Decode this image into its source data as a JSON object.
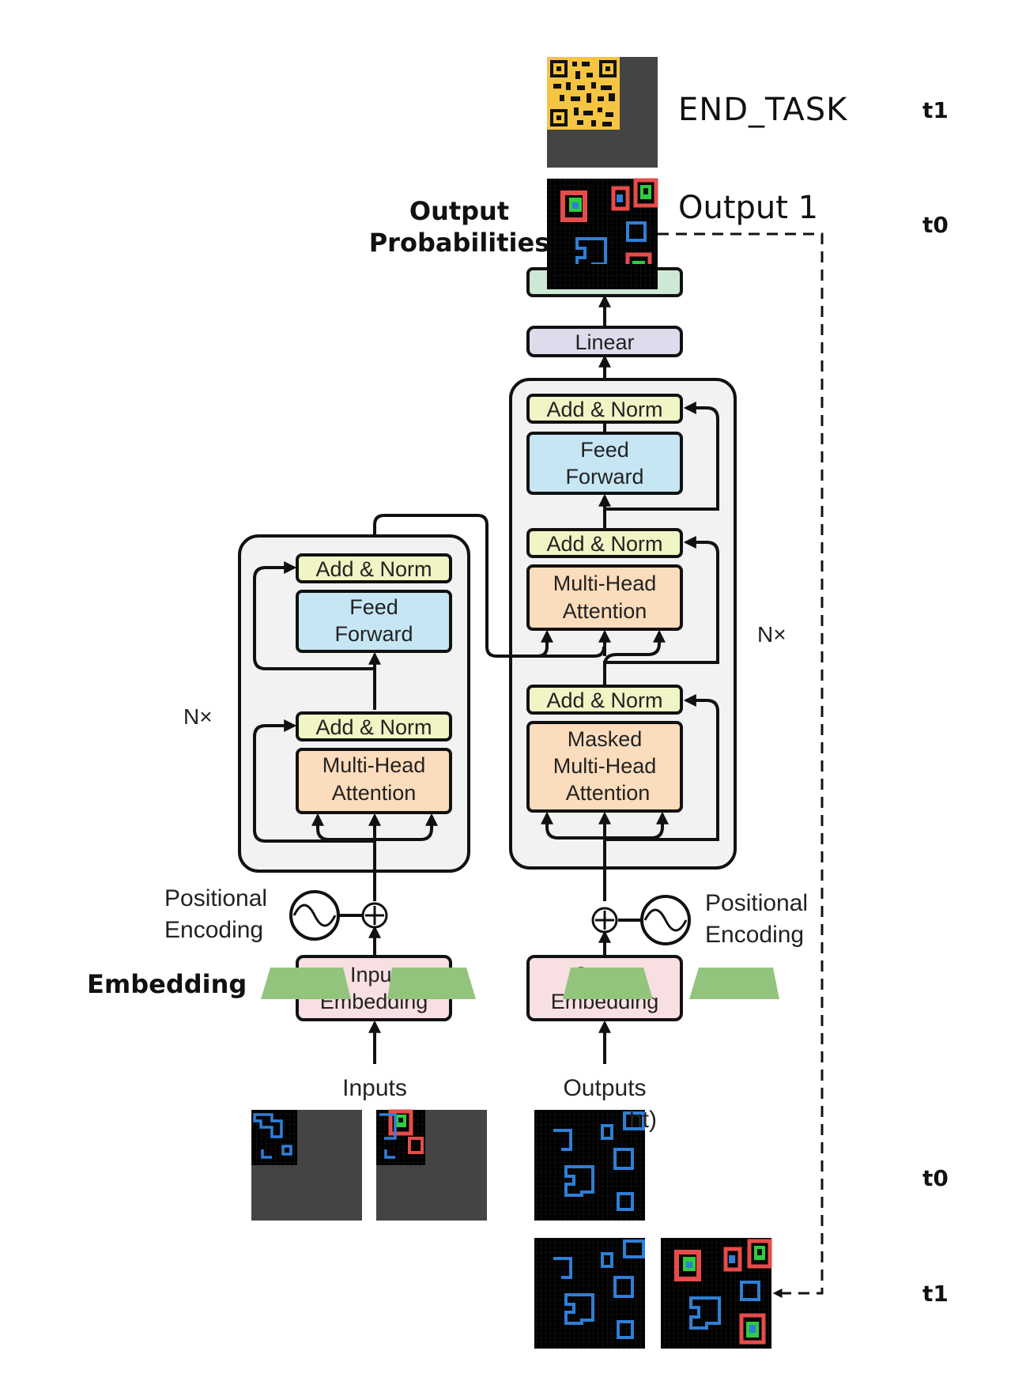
{
  "labels": {
    "end_task": "END_TASK",
    "output_1": "Output 1",
    "output_probabilities_line1": "Output",
    "output_probabilities_line2": "Probabilities",
    "t1_top": "t1",
    "t0_top": "t0",
    "t0_bottom": "t0",
    "t1_bottom": "t1",
    "linear": "Linear",
    "add_norm": "Add & Norm",
    "feed": "Feed",
    "forward": "Forward",
    "multi_head": "Multi-Head",
    "attention": "Attention",
    "masked": "Masked",
    "nx_left": "N×",
    "nx_right": "N×",
    "positional": "Positional",
    "encoding": "Encoding",
    "embedding": "Embedding",
    "input_emb_line1": "Input",
    "input_emb_line2": "Embedding",
    "output_emb_line1": "Output",
    "output_emb_line2": "Embedding",
    "inputs": "Inputs",
    "outputs": "Outputs",
    "shifted_right_fragment": "ht)"
  },
  "colors": {
    "add_norm": "#f1f4c4",
    "feed_forward": "#c6e6f4",
    "attention": "#fbdcbc",
    "embedding": "#f8dfe1",
    "linear": "#dcdced",
    "softmax": "#cde8d4",
    "stack_bg": "#f2f2f2",
    "green_trapezoid": "#93c47d",
    "grid_bg": "#000000",
    "grid_gray": "#444444",
    "blue": "#2f7fd6",
    "red": "#e84b4b",
    "green": "#2ecc40",
    "yellow": "#f5c542"
  },
  "icons": [
    "qr-grid-icon",
    "sine-wave-icon",
    "plus-circle-icon"
  ]
}
